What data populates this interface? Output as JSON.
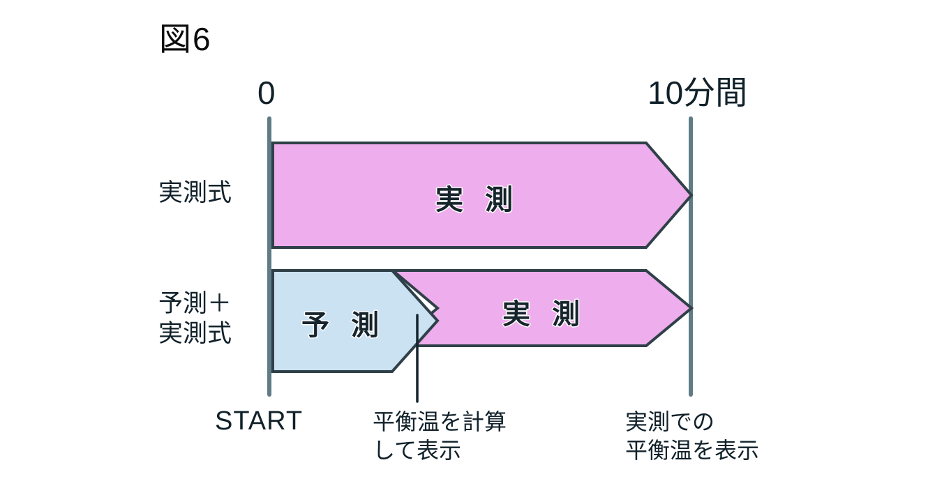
{
  "figure": {
    "title": "図6"
  },
  "axis": {
    "start_label": "0",
    "end_label": "10分間",
    "start_tick_name": "start-axis-line",
    "end_tick_name": "end-axis-line",
    "line_color": "#5f7c85"
  },
  "rows": [
    {
      "label": "実測式",
      "bars": [
        {
          "name": "measured-arrow-row1",
          "text": "実 測",
          "fill": "#eeadec",
          "stroke": "#2f4048",
          "start_value": 0,
          "end_value": 10
        }
      ]
    },
    {
      "label_line1": "予測＋",
      "label_line2": "実測式",
      "bars": [
        {
          "name": "predicted-arrow",
          "text": "予 測",
          "fill": "#cbe2f3",
          "stroke": "#2f4048",
          "start_value": 0,
          "end_value": 4.1
        },
        {
          "name": "measured-arrow-row2",
          "text": "実 測",
          "fill": "#eeadec",
          "stroke": "#2f4048",
          "start_value": 3.0,
          "end_value": 10
        }
      ]
    }
  ],
  "captions": {
    "start": "START",
    "middle_line1": "平衡温を計算",
    "middle_line2": "して表示",
    "right_line1": "実測での",
    "right_line2": "平衡温を表示"
  },
  "colors": {
    "pink_fill": "#eeadec",
    "blue_fill": "#cbe2f3",
    "outline": "#2f4048",
    "axis": "#5f7c85",
    "text": "#11212a"
  }
}
